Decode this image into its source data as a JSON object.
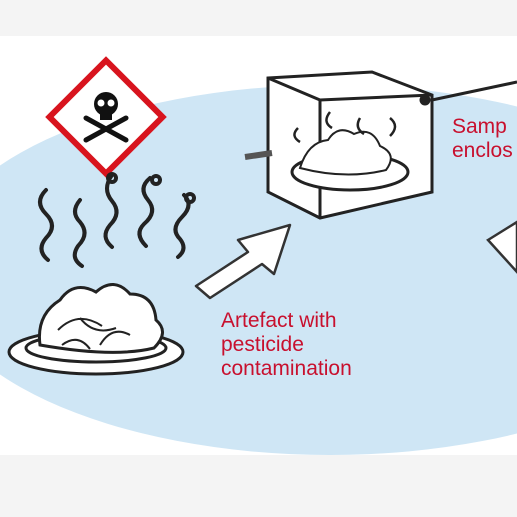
{
  "colors": {
    "background_band": "#cfe6f5",
    "page": "#ffffff",
    "label_red": "#c8102e",
    "hazard_border": "#d8141e",
    "ink": "#222222"
  },
  "icons": [
    "skull-crossbones-hazard-icon",
    "arrow-right-icon"
  ],
  "labels": {
    "artefact": {
      "line1": "Artefact with",
      "line2": "pesticide",
      "line3": "contamination"
    },
    "sample": {
      "line1": "Samp",
      "line2": "enclos"
    }
  }
}
